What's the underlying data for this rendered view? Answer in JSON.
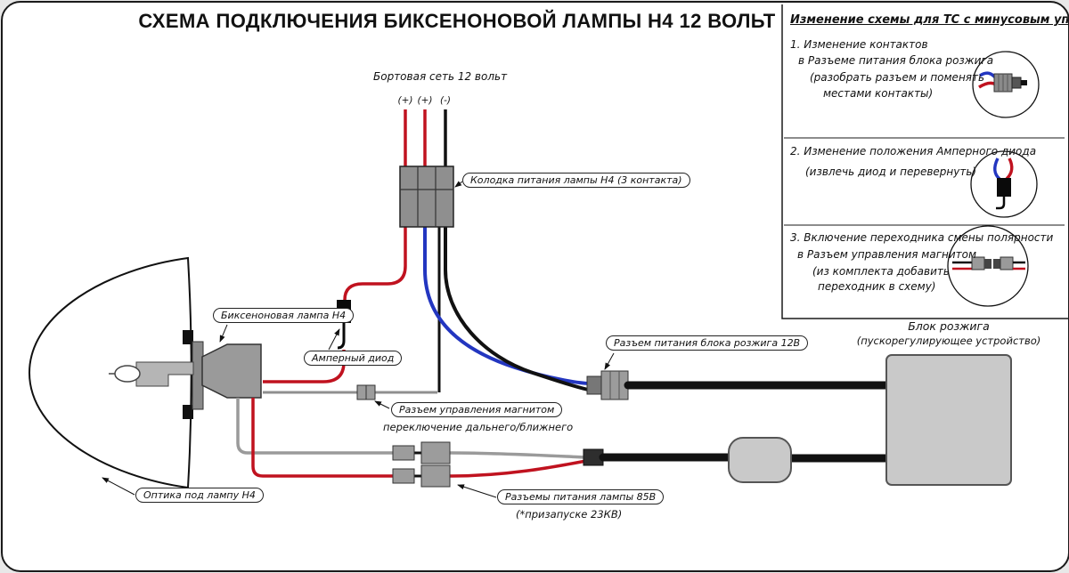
{
  "title": "СХЕМА ПОДКЛЮЧЕНИЯ БИКСЕНОНОВОЙ ЛАМПЫ H4 12 ВОЛЬТ",
  "panel": {
    "title": "Изменение схемы для ТС с минусовым управлением:",
    "items": [
      {
        "lines": [
          "1. Изменение контактов",
          "в Разъеме питания блока розжига",
          "(разобрать разъем и поменять",
          "местами контакты)"
        ]
      },
      {
        "lines": [
          "2. Изменение положения Амперного диода",
          "(извлечь диод и перевернуть)"
        ]
      },
      {
        "lines": [
          "3. Включение переходника смены полярности",
          "в Разъем управления магнитом",
          "(из комплекта добавить",
          "переходник в схему)"
        ]
      }
    ]
  },
  "supply": {
    "label": "Бортовая сеть 12 вольт",
    "pins": [
      "(+)",
      "(+)",
      "(-)"
    ]
  },
  "callouts": {
    "lamp_connector": "Колодка питания лампы H4 (3 контакта)",
    "lamp": "Биксеноновая лампа H4",
    "diode": "Амперный диод",
    "magnet_line1": "Разъем управления магнитом",
    "magnet_line2": "переключение дальнего/ближнего",
    "ignition_connector": "Разъем питания блока розжига 12В",
    "ignition_unit_line1": "Блок розжига",
    "ignition_unit_line2": "(пускорегулирующее устройство)",
    "lamp_power_line1": "Разъемы питания лампы 85В",
    "lamp_power_line2": "(*призапуске 23КВ)",
    "optics": "Оптика под лампу H4"
  },
  "colors": {
    "wire_positive": "#c0121f",
    "wire_negative": "#111111",
    "wire_blue": "#2336c0",
    "wire_gray": "#9a9a9a",
    "unit_fill": "#c9c9c9"
  }
}
